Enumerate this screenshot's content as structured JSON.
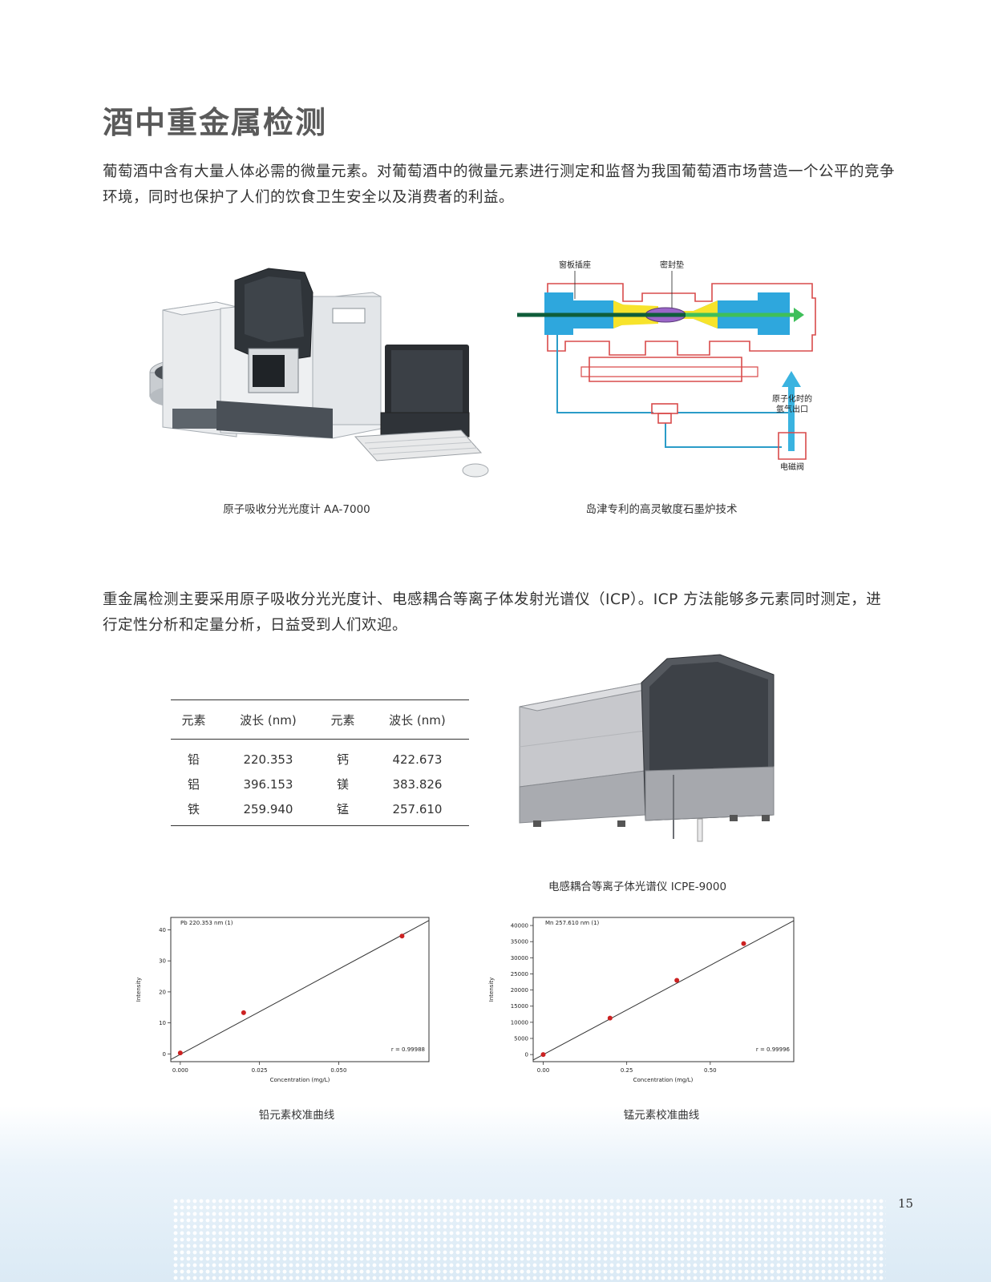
{
  "page": {
    "title": "酒中重金属检测",
    "intro": "葡萄酒中含有大量人体必需的微量元素。对葡萄酒中的微量元素进行测定和监督为我国葡萄酒市场营造一个公平的竞争环境，同时也保护了人们的饮食卫生安全以及消费者的利益。",
    "methods_text": "重金属检测主要采用原子吸收分光光度计、电感耦合等离子体发射光谱仪（ICP）。ICP 方法能够多元素同时测定，进行定性分析和定量分析，日益受到人们欢迎。",
    "page_number": "15"
  },
  "figures": {
    "aa7000_caption": "原子吸收分光光度计 AA-7000",
    "furnace_caption": "岛津专利的高灵敏度石墨炉技术",
    "icpe_caption": "电感耦合等离子体光谱仪 ICPE-9000",
    "furnace_labels": {
      "window_socket": "窗板插座",
      "seal": "密封垫",
      "argon_out_line1": "原子化时的",
      "argon_out_line2": "氩气出口",
      "solenoid": "电磁阀"
    }
  },
  "table": {
    "headers": [
      "元素",
      "波长 (nm)",
      "元素",
      "波长 (nm)"
    ],
    "rows": [
      [
        "铅",
        "220.353",
        "钙",
        "422.673"
      ],
      [
        "铝",
        "396.153",
        "镁",
        "383.826"
      ],
      [
        "铁",
        "259.940",
        "锰",
        "257.610"
      ]
    ]
  },
  "chart_data": [
    {
      "type": "scatter",
      "title": "Pb 220.353 nm (1)",
      "caption": "铅元素校准曲线",
      "xlabel": "Concentration (mg/L)",
      "ylabel": "Intensity",
      "x_ticks": [
        "0.000",
        "0.025",
        "0.050"
      ],
      "x_tick_values": [
        0,
        0.025,
        0.05
      ],
      "y_ticks": [
        "0",
        "10",
        "20",
        "30",
        "40"
      ],
      "y_tick_values": [
        0,
        10,
        20,
        30,
        40
      ],
      "xlim": [
        -0.003,
        0.0785
      ],
      "ylim": [
        -2.5,
        44
      ],
      "points": [
        [
          0,
          0.3
        ],
        [
          0.02,
          13.3
        ],
        [
          0.07,
          38
        ]
      ],
      "fit_line": [
        [
          -0.003,
          -1.8
        ],
        [
          0.0785,
          43
        ]
      ],
      "annotation": "r = 0.99988",
      "point_color": "#cc2222"
    },
    {
      "type": "scatter",
      "title": "Mn 257.610 nm (1)",
      "caption": "锰元素校准曲线",
      "xlabel": "Concentration (mg/L)",
      "ylabel": "Intensity",
      "x_ticks": [
        "0.00",
        "0.25",
        "0.50"
      ],
      "x_tick_values": [
        0,
        0.25,
        0.5
      ],
      "y_ticks": [
        "0",
        "5000",
        "10000",
        "15000",
        "20000",
        "25000",
        "30000",
        "35000",
        "40000"
      ],
      "y_tick_values": [
        0,
        5000,
        10000,
        15000,
        20000,
        25000,
        30000,
        35000,
        40000
      ],
      "xlim": [
        -0.03,
        0.75
      ],
      "ylim": [
        -2200,
        42500
      ],
      "points": [
        [
          0,
          0
        ],
        [
          0.2,
          11300
        ],
        [
          0.4,
          23000
        ],
        [
          0.6,
          34400
        ]
      ],
      "fit_line": [
        [
          -0.03,
          -1700
        ],
        [
          0.75,
          41500
        ]
      ],
      "annotation": "r = 0.99996",
      "point_color": "#cc2222"
    }
  ]
}
